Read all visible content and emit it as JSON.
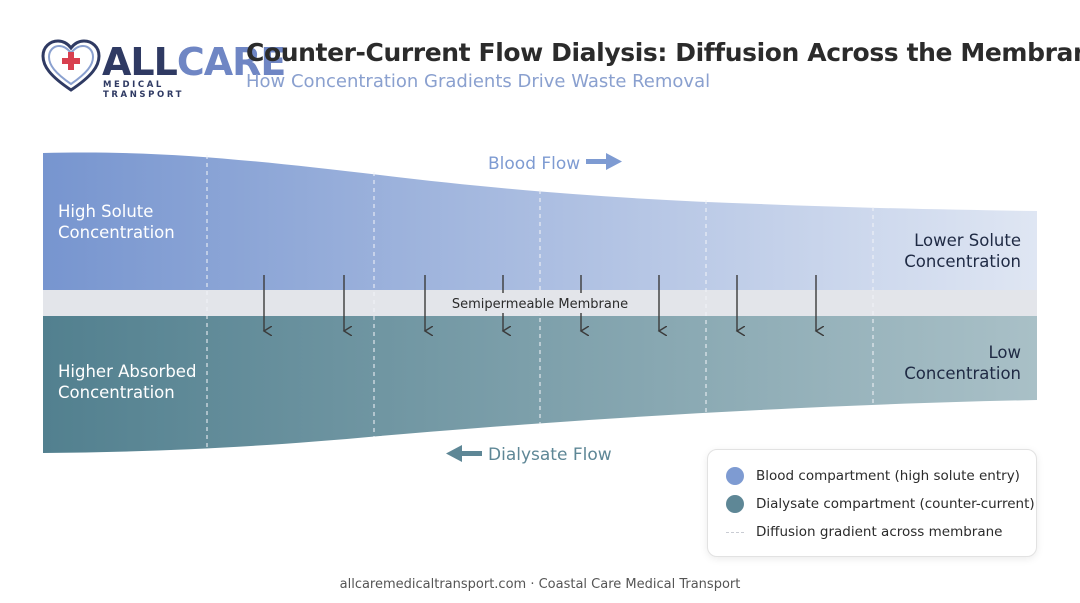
{
  "brand": {
    "word_part1": "ALL",
    "word_part2": "CARE",
    "tagline": "MEDICAL TRANSPORT"
  },
  "header": {
    "title": "Counter-Current Flow Dialysis: Diffusion Across the Membrane",
    "subtitle": "How Concentration Gradients Drive Waste Removal"
  },
  "diagram": {
    "blood_flow_label": "Blood Flow",
    "dialysate_flow_label": "Dialysate Flow",
    "membrane_label": "Semipermeable Membrane",
    "blood_left_label": [
      "High Solute",
      "Concentration"
    ],
    "blood_right_label": [
      "Lower Solute",
      "Concentration"
    ],
    "dialysate_left_label": [
      "Higher Absorbed",
      "Concentration"
    ],
    "dialysate_right_label": [
      "Low",
      "Concentration"
    ],
    "diffusion_arrow_count": 8
  },
  "legend": {
    "items": [
      {
        "label": "Blood compartment (high solute entry)",
        "color": "#7e9bd2"
      },
      {
        "label": "Dialysate compartment (counter-current)",
        "color": "#5e8796"
      },
      {
        "label": "Diffusion gradient across membrane",
        "color": "#c9ccd3"
      }
    ]
  },
  "colors": {
    "blood_dark": "#7795cf",
    "blood_light": "#dfe6f3",
    "dialysate_dark": "#52808f",
    "dialysate_light": "#a9c0c7",
    "membrane": "#e3e5ea",
    "flow_arrow_blood": "#7e9bd2",
    "flow_arrow_dialysate": "#5e8796"
  },
  "footer": {
    "text": "allcaremedicaltransport.com · Coastal Care Medical Transport"
  }
}
